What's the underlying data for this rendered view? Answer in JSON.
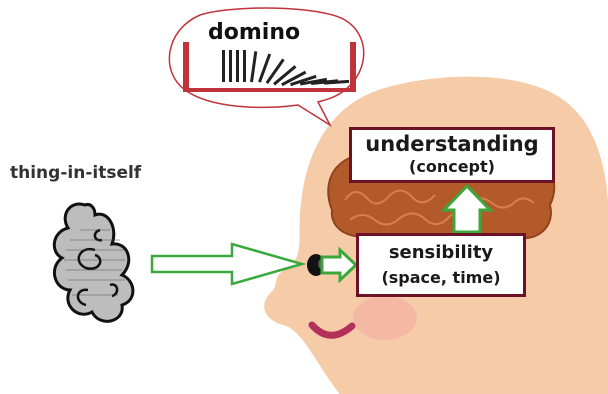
{
  "labels": {
    "domino": "domino",
    "thing": "thing-in-itself",
    "understanding": "understanding",
    "concept": "(concept)",
    "sensibility": "sensibility",
    "space_time": "(space, time)"
  },
  "colors": {
    "arrow": "#3aa83a",
    "box_border": "#6b1226",
    "head": "#f6cba8",
    "brain": "#b35a2a",
    "bubble_border": "#c0333a"
  },
  "icons": {
    "cloud": "swirl-cloud-icon",
    "dominoes": "domino-row-icon"
  }
}
